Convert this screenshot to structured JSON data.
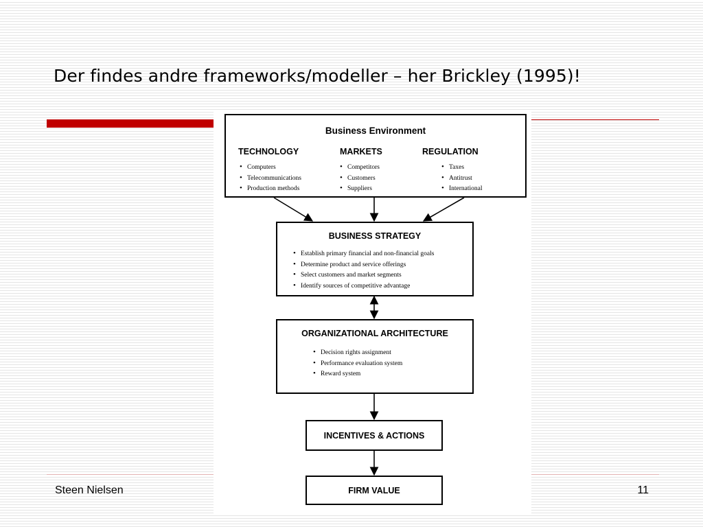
{
  "slide": {
    "title": "Der findes andre frameworks/modeller – her Brickley (1995)!",
    "footer_left": "Steen Nielsen",
    "page_number": "11"
  },
  "diagram": {
    "environment": {
      "title": "Business Environment",
      "columns": [
        {
          "heading": "TECHNOLOGY",
          "items": [
            "Computers",
            "Telecommunications",
            "Production methods"
          ]
        },
        {
          "heading": "MARKETS",
          "items": [
            "Competitors",
            "Customers",
            "Suppliers"
          ]
        },
        {
          "heading": "REGULATION",
          "items": [
            "Taxes",
            "Antitrust",
            "International"
          ]
        }
      ]
    },
    "strategy": {
      "title": "BUSINESS STRATEGY",
      "items": [
        "Establish primary financial and non-financial goals",
        "Determine product and service offerings",
        "Select customers and market segments",
        "Identify sources of competitive advantage"
      ]
    },
    "architecture": {
      "title": "ORGANIZATIONAL ARCHITECTURE",
      "items": [
        "Decision rights assignment",
        "Performance evaluation system",
        "Reward system"
      ]
    },
    "incentives": {
      "title": "INCENTIVES & ACTIONS"
    },
    "firm_value": {
      "title": "FIRM VALUE"
    }
  }
}
